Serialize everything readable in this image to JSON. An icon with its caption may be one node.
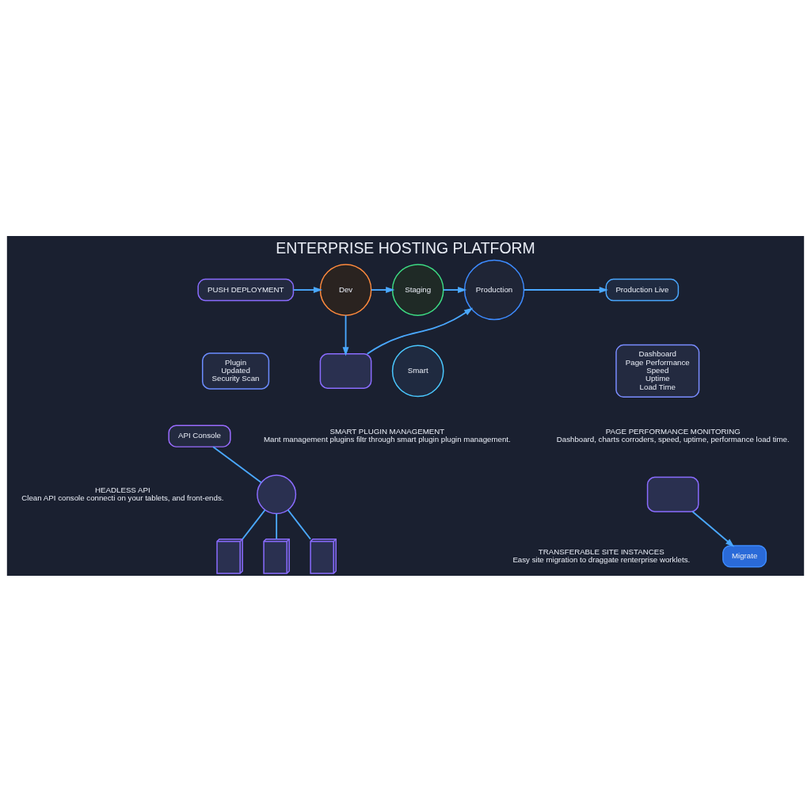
{
  "diagram": {
    "title": "ENTERPRISE HOSTING PLATFORM",
    "nodes": [
      {
        "text": [
          "PUSH DEPLOYMENT"
        ]
      },
      {
        "text": [
          "Dev"
        ]
      },
      {
        "text": [
          "Staging"
        ]
      },
      {
        "text": [
          "Production"
        ]
      },
      {
        "text": [
          "Production Live"
        ]
      },
      {
        "text": [],
        "shape": "box"
      },
      {
        "text": [
          "Plugin",
          "Updated",
          "Security Scan"
        ]
      },
      {
        "text": [
          "Smart"
        ]
      },
      {
        "text": [
          "SMART PLUGIN MANAGEMENT",
          "Mant management plugins filtr through smart plugin plugin management."
        ]
      },
      {
        "text": [
          "Dashboard",
          "Page Performance",
          "Speed",
          "Uptime",
          "Load Time"
        ]
      },
      {
        "text": [
          "PAGE PERFORMANCE MONITORING",
          "Dashboard, charts corroders, speed, uptime, performance load time."
        ]
      },
      {
        "text": [
          "API Console"
        ]
      },
      {
        "text": [],
        "shape": "circle"
      },
      {
        "text": [],
        "shape": "picture"
      },
      {
        "text": [],
        "shape": "picture"
      },
      {
        "text": [],
        "shape": "picture"
      },
      {
        "text": [
          "HEADLESS API",
          "Clean API console connecti on your tablets, and front-ends."
        ]
      },
      {
        "text": [],
        "shape": "box"
      },
      {
        "text": [
          "Migrate"
        ]
      },
      {
        "text": [
          "TRANSFERABLE SITE INSTANCES",
          "Easy site migration to draggate renterprise worklets."
        ]
      }
    ],
    "edges": [
      {
        "from": 0,
        "to": 1,
        "arrow": "to"
      },
      {
        "from": 1,
        "to": 2,
        "arrow": "to"
      },
      {
        "from": 2,
        "to": 3,
        "arrow": "to"
      },
      {
        "from": 3,
        "to": 4,
        "arrow": "to"
      },
      {
        "from": 1,
        "to": 5,
        "arrow": "to"
      },
      {
        "from": 5,
        "to": 3,
        "arrow": "to"
      },
      {
        "from": 11,
        "to": 12,
        "arrow": "none"
      },
      {
        "from": 12,
        "to": 13,
        "arrow": "none"
      },
      {
        "from": 12,
        "to": 14,
        "arrow": "none"
      },
      {
        "from": 12,
        "to": 15,
        "arrow": "none"
      },
      {
        "from": 17,
        "to": 18,
        "arrow": "to"
      }
    ]
  }
}
